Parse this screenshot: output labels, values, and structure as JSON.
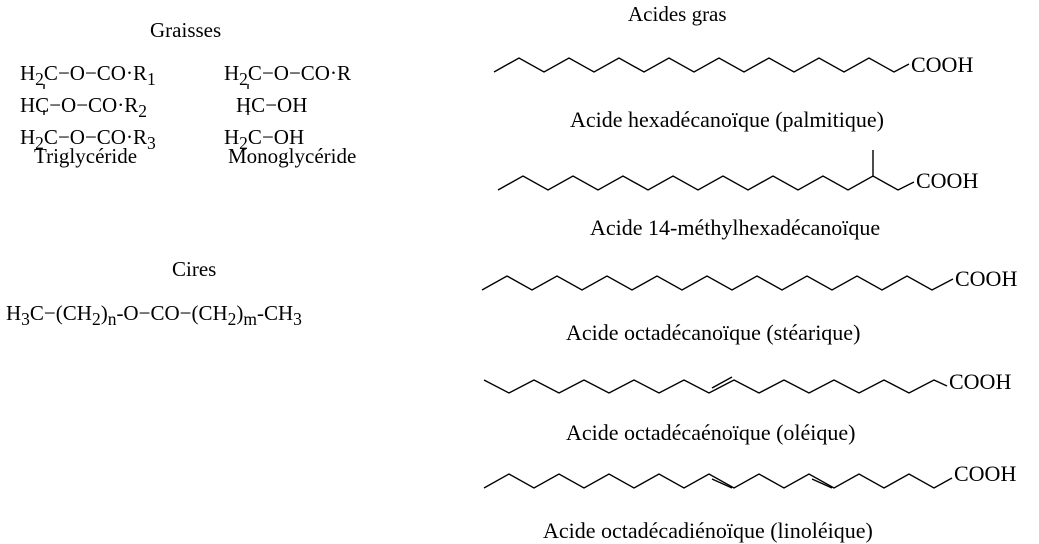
{
  "left": {
    "fats_title": "Graisses",
    "tri": {
      "rows": [
        {
          "p": "H",
          "s": "2",
          "c": "C",
          "t": "−O−CO",
          "dot": "·",
          "r": "R",
          "rs": "1"
        },
        {
          "p": "H",
          "s": "",
          "c": "C",
          "t": "−O−CO",
          "dot": "·",
          "r": "R",
          "rs": "2"
        },
        {
          "p": "H",
          "s": "2",
          "c": "C",
          "t": "−O−CO",
          "dot": "·",
          "r": "R",
          "rs": "3"
        }
      ],
      "label": "Triglycéride"
    },
    "mono": {
      "rows": [
        {
          "p": "H",
          "s": "2",
          "c": "C",
          "t": "−O−CO",
          "dot": "·",
          "r": "R"
        },
        {
          "p": "H",
          "s": "",
          "c": "C",
          "t": "−OH"
        },
        {
          "p": "H",
          "s": "2",
          "c": "C",
          "t": "−OH"
        }
      ],
      "label": "Monoglycéride"
    },
    "waxes_title": "Cires",
    "wax_formula": {
      "a": "H",
      "a_sub": "3",
      "b": "C−(CH",
      "b_sub": "2",
      "c": ")",
      "n": "n",
      "d": "-O−CO−(CH",
      "d_sub": "2",
      "e": ")",
      "m": "m",
      "f": "-CH",
      "f_sub": "3"
    }
  },
  "right": {
    "title": "Acides gras",
    "acids": [
      {
        "group": "COOH",
        "name": "Acide hexadécanoïque (palmitique)"
      },
      {
        "group": "COOH",
        "name": "Acide 14-méthylhexadécanoïque"
      },
      {
        "group": "COOH",
        "name": "Acide octadécanoïque (stéarique)"
      },
      {
        "group": "COOH",
        "name": "Acide octadécaénoïque (oléique)"
      },
      {
        "group": "COOH",
        "name": "Acide octadécadiénoïque (linoléique)"
      }
    ]
  }
}
